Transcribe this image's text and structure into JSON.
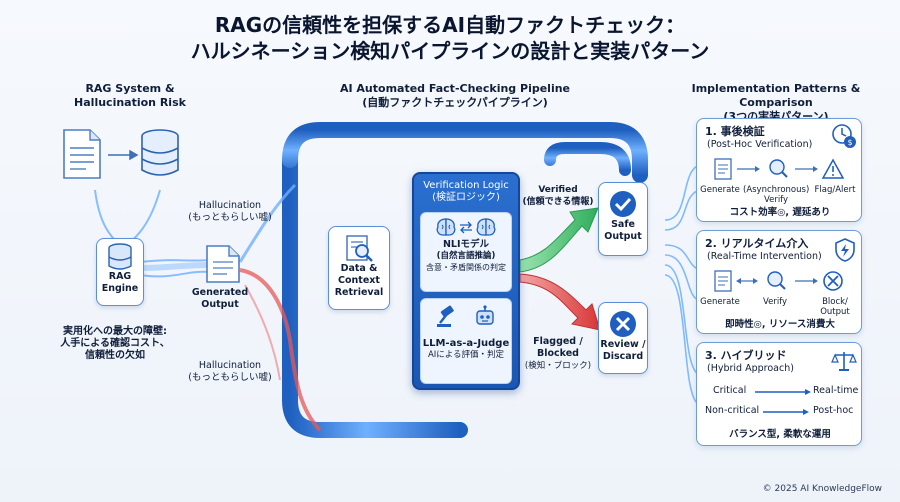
{
  "title": {
    "line1": "RAGの信頼性を担保するAI自動ファクトチェック：",
    "line2": "ハルシネーション検知パイプラインの設計と実装パターン"
  },
  "left": {
    "heading_line1": "RAG System &",
    "heading_line2": "Hallucination Risk",
    "engine_label_line1": "RAG",
    "engine_label_line2": "Engine",
    "hallucination_top_line1": "Hallucination",
    "hallucination_top_line2": "(もっともらしい嘘)",
    "generated_output_line1": "Generated",
    "generated_output_line2": "Output",
    "barrier_line1": "実用化への最大の障壁:",
    "barrier_line2": "人手による確認コスト、",
    "barrier_line3": "信頼性の欠如",
    "hallucination_bottom_line1": "Hallucination",
    "hallucination_bottom_line2": "(もっともらしい嘘)"
  },
  "middle": {
    "heading_line1": "AI Automated Fact-Checking Pipeline",
    "heading_line2": "(自動ファクトチェックパイプライン)",
    "retrieval_line1": "Data &",
    "retrieval_line2": "Context",
    "retrieval_line3": "Retrieval",
    "verification_title_line1": "Verification Logic",
    "verification_title_line2": "(検証ロジック)",
    "nli_line1": "NLIモデル",
    "nli_line2": "(自然言語推論)",
    "nli_line3": "含意・矛盾関係の判定",
    "judge_line1": "LLM-as-a-Judge",
    "judge_line2": "AIによる評価・判定",
    "verified_line1": "Verified",
    "verified_line2": "(信頼できる情報)",
    "safe_line1": "Safe",
    "safe_line2": "Output",
    "flagged_line1": "Flagged /",
    "flagged_line2": "Blocked",
    "flagged_line3": "(検知・ブロック)",
    "review_line1": "Review /",
    "review_line2": "Discard"
  },
  "right": {
    "heading_line1": "Implementation Patterns & Comparison",
    "heading_line2": "(3つの実装パターン)",
    "patterns": [
      {
        "title": "1. 事後検証",
        "subtitle": "(Post-Hoc Verification)",
        "steps": [
          "Generate",
          "(Asynchronous)",
          "Flag/Alert"
        ],
        "step_sub": "Verify",
        "note": "コスト効率◎, 遅延あり"
      },
      {
        "title": "2. リアルタイム介入",
        "subtitle": "(Real-Time Intervention)",
        "steps": [
          "Generate",
          "Verify",
          "Block/"
        ],
        "step_sub": "Output",
        "note": "即時性◎, リソース消費大"
      },
      {
        "title": "3. ハイブリッド",
        "subtitle": "(Hybrid Approach)",
        "rows": [
          {
            "left": "Critical",
            "right": "Real-time"
          },
          {
            "left": "Non-critical",
            "right": "Post-hoc"
          }
        ],
        "note": "バランス型, 柔軟な運用"
      }
    ]
  },
  "footer": "© 2025 AI KnowledgeFlow",
  "colors": {
    "pipe": "#3f86e0",
    "pipe_dark": "#1f5fbf",
    "verified": "#3fb96a",
    "flagged": "#e04a4a",
    "accent": "#1b56b3"
  }
}
